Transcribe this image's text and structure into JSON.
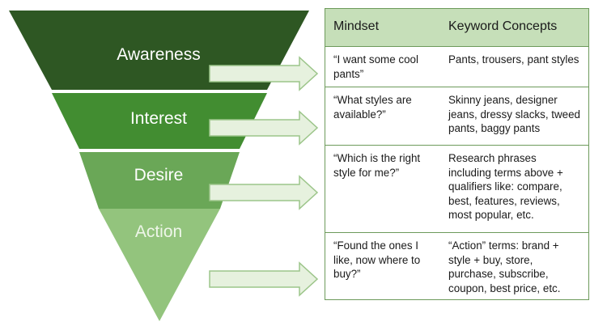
{
  "funnel": {
    "stages": [
      {
        "label": "Awareness"
      },
      {
        "label": "Interest"
      },
      {
        "label": "Desire"
      },
      {
        "label": "Action"
      }
    ],
    "colors": {
      "awareness": "#2e5723",
      "interest": "#428d31",
      "desire": "#6aa757",
      "action": "#93c47d",
      "arrow_fill": "#e6f1de",
      "arrow_stroke": "#9cc58a",
      "table_border": "#6d9a5b",
      "header_bg": "#c6dfb9"
    }
  },
  "table": {
    "headers": {
      "mindset": "Mindset",
      "keywords": "Keyword Concepts"
    },
    "rows": [
      {
        "mindset": "“I want some cool pants”",
        "keywords": "Pants, trousers, pant styles"
      },
      {
        "mindset": "“What styles are available?”",
        "keywords": "Skinny jeans, designer jeans, dressy slacks, tweed pants, baggy pants"
      },
      {
        "mindset": "“Which is the right style for me?”",
        "keywords": "Research phrases including terms above + qualifiers like: compare, best, features, reviews, most popular, etc."
      },
      {
        "mindset": "“Found the ones I like, now where to buy?”",
        "keywords": "“Action” terms: brand + style + buy, store, purchase, subscribe, coupon, best price, etc."
      }
    ]
  }
}
